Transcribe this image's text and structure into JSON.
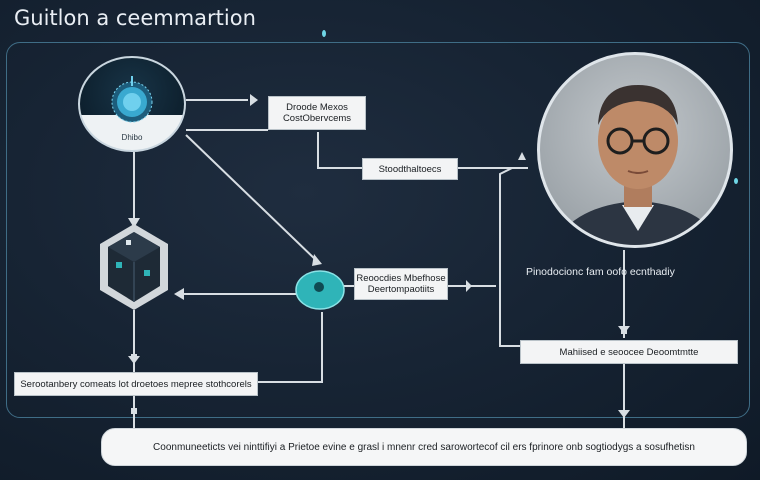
{
  "title": "Guitlon a ceemmartion",
  "node_caption": "Dhibo",
  "boxes": {
    "top": "Droode Mexos\nCostObervcems",
    "mid": "Stoodthaltoecs",
    "center": "Reoocdies Mbefhose\nDeertompaotiits",
    "left_bottom": "Serootanbery comeats lot droetoes mepree stothcorels",
    "right_bottom": "Mahiised e seoocee Deoomtmtte"
  },
  "photo_caption": "Pinodocionc fam oofo ecnthadiy",
  "footer": "Coonmuneeticts vei ninttifiyi a Prietoe evine e grasl i mnenr cred sarowortecof cil ers fprinore onb sogtiodygs a sosufhetisn",
  "colors": {
    "accent": "#2fb4b8",
    "line": "#d8dee3",
    "frame": "#3f6d86"
  },
  "icons": [
    "cube-icon",
    "dial-icon",
    "person-photo"
  ]
}
